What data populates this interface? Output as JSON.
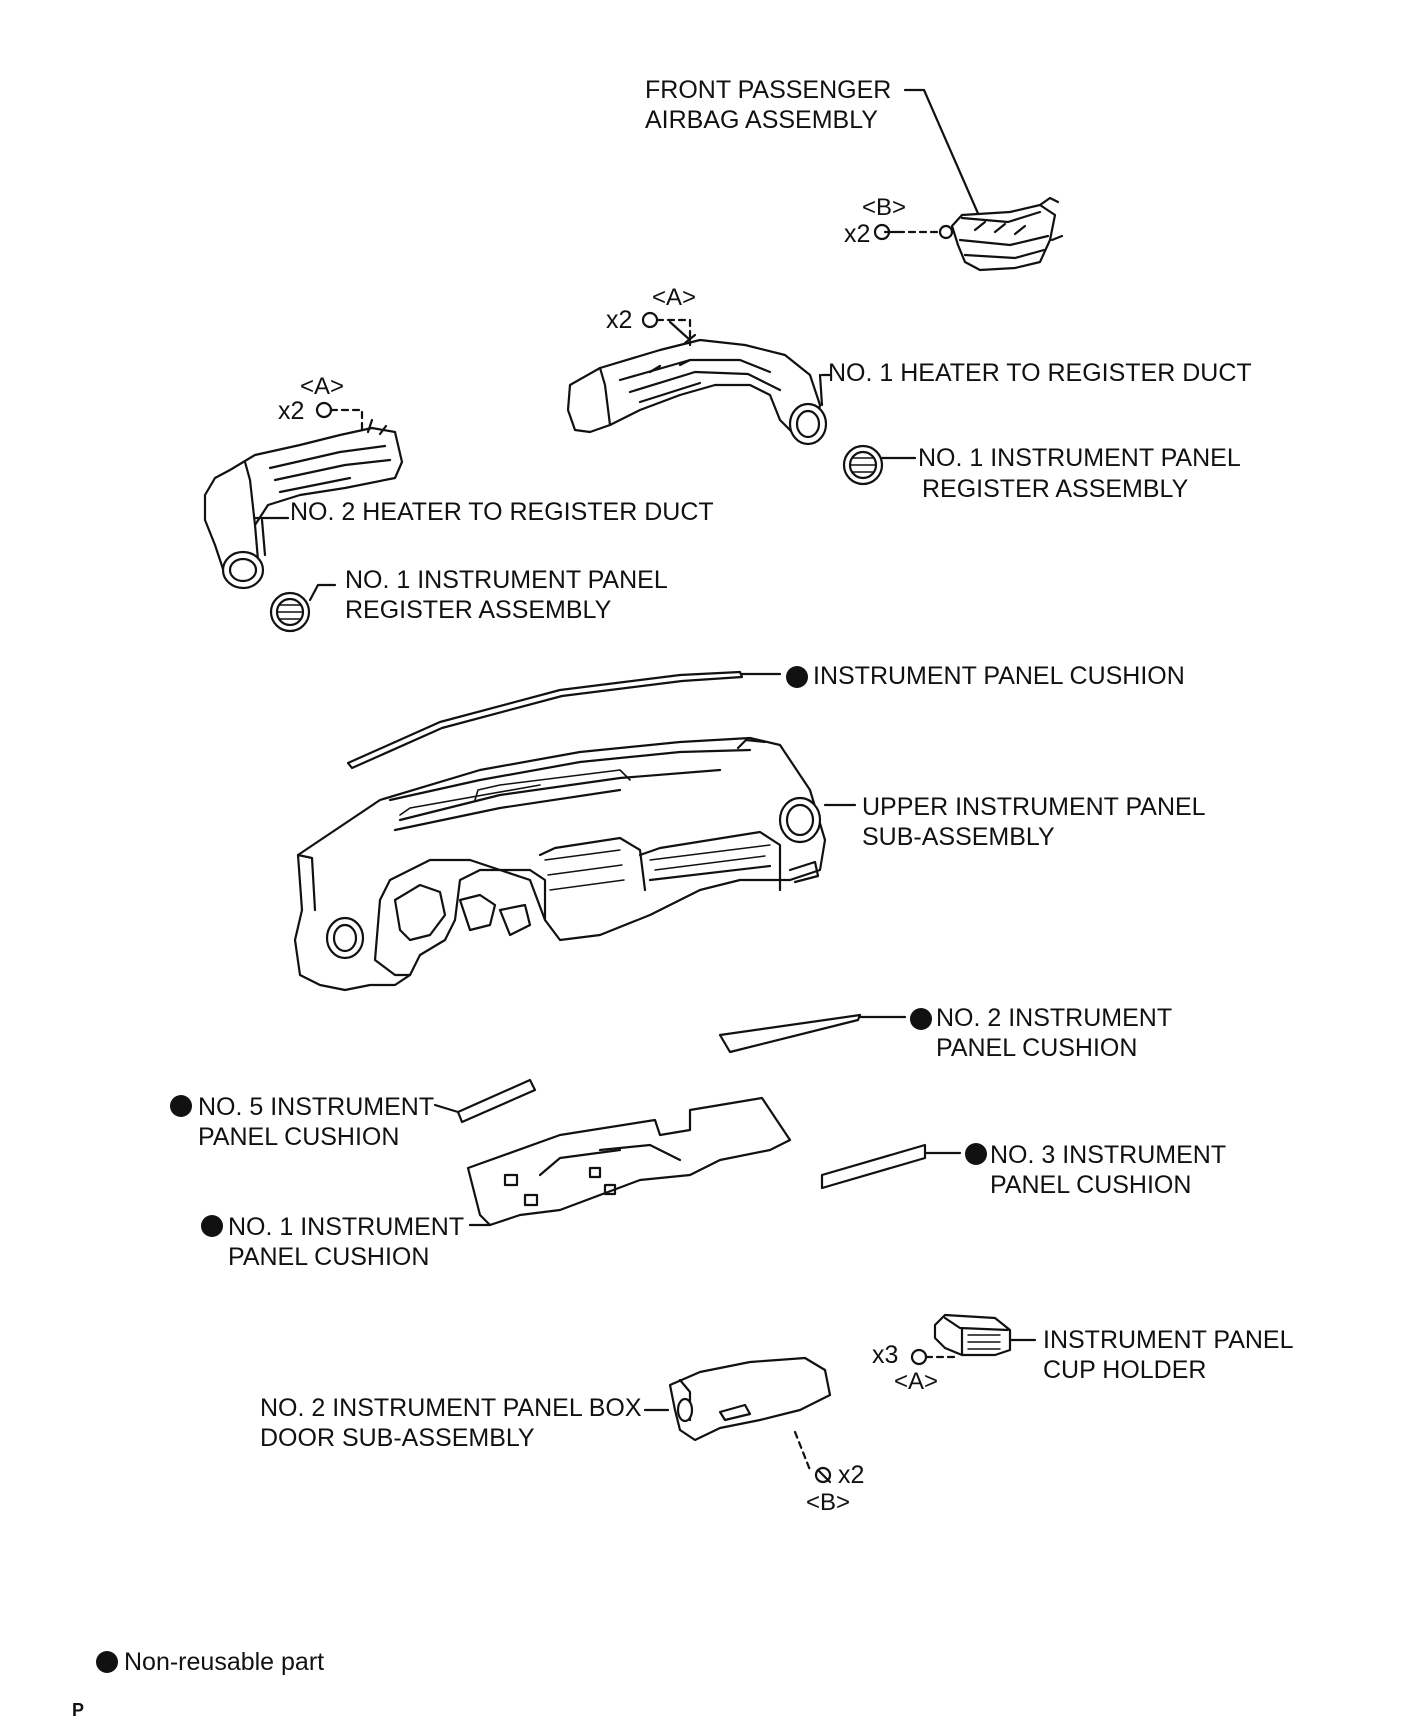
{
  "labels": {
    "airbag_line1": "FRONT PASSENGER",
    "airbag_line2": "AIRBAG ASSEMBLY",
    "airbag_fastener_ref": "<B>",
    "airbag_fastener_qty": "x2",
    "duct1_fastener_ref": "<A>",
    "duct1_fastener_qty": "x2",
    "duct1": "NO. 1 HEATER TO REGISTER DUCT",
    "register_right_line1": "NO. 1 INSTRUMENT PANEL",
    "register_right_line2": "REGISTER ASSEMBLY",
    "duct2_fastener_ref": "<A>",
    "duct2_fastener_qty": "x2",
    "duct2": "NO. 2 HEATER TO REGISTER DUCT",
    "register_left_line1": "NO. 1 INSTRUMENT PANEL",
    "register_left_line2": "REGISTER ASSEMBLY",
    "panel_cushion": "INSTRUMENT PANEL CUSHION",
    "upper_panel_line1": "UPPER INSTRUMENT PANEL",
    "upper_panel_line2": "SUB-ASSEMBLY",
    "cushion2_line1": "NO. 2 INSTRUMENT",
    "cushion2_line2": "PANEL CUSHION",
    "cushion5_line1": "NO. 5 INSTRUMENT",
    "cushion5_line2": "PANEL CUSHION",
    "cushion3_line1": "NO. 3 INSTRUMENT",
    "cushion3_line2": "PANEL CUSHION",
    "cushion1_line1": "NO. 1 INSTRUMENT",
    "cushion1_line2": "PANEL CUSHION",
    "cup_holder_line1": "INSTRUMENT PANEL",
    "cup_holder_line2": "CUP HOLDER",
    "cup_fastener_qty": "x3",
    "cup_fastener_ref": "<A>",
    "box_door_line1": "NO. 2 INSTRUMENT PANEL BOX",
    "box_door_line2": "DOOR SUB-ASSEMBLY",
    "box_fastener_qty": "x2",
    "box_fastener_ref": "<B>"
  },
  "legend": {
    "non_reusable": "Non-reusable part"
  },
  "footer": {
    "code": "P"
  },
  "colors": {
    "line": "#111111",
    "fill": "#ffffff",
    "shade": "#d9d9d9"
  }
}
